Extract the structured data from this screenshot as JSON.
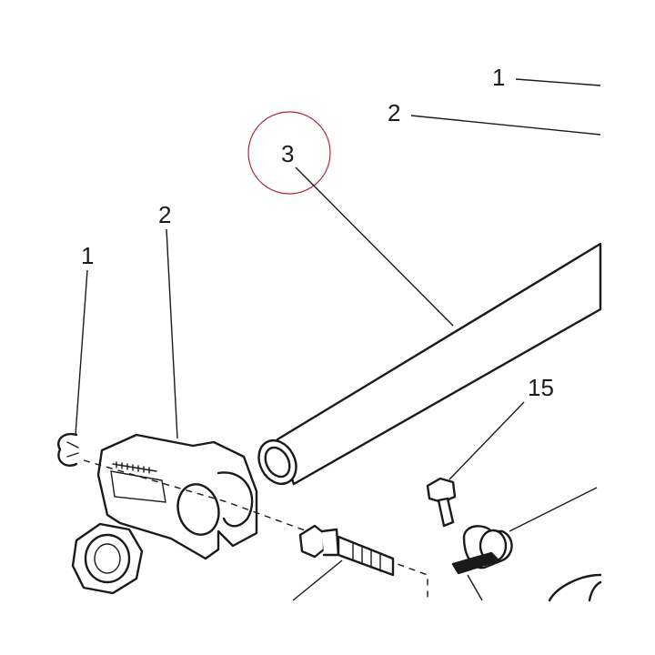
{
  "callouts": {
    "top_right_1": "1",
    "top_right_2": "2",
    "axle_3": "3",
    "adjuster_2": "2",
    "clip_1": "1",
    "bolt_15": "15"
  },
  "highlight_color": "#b0283c",
  "line_color": "#1a1a1a"
}
